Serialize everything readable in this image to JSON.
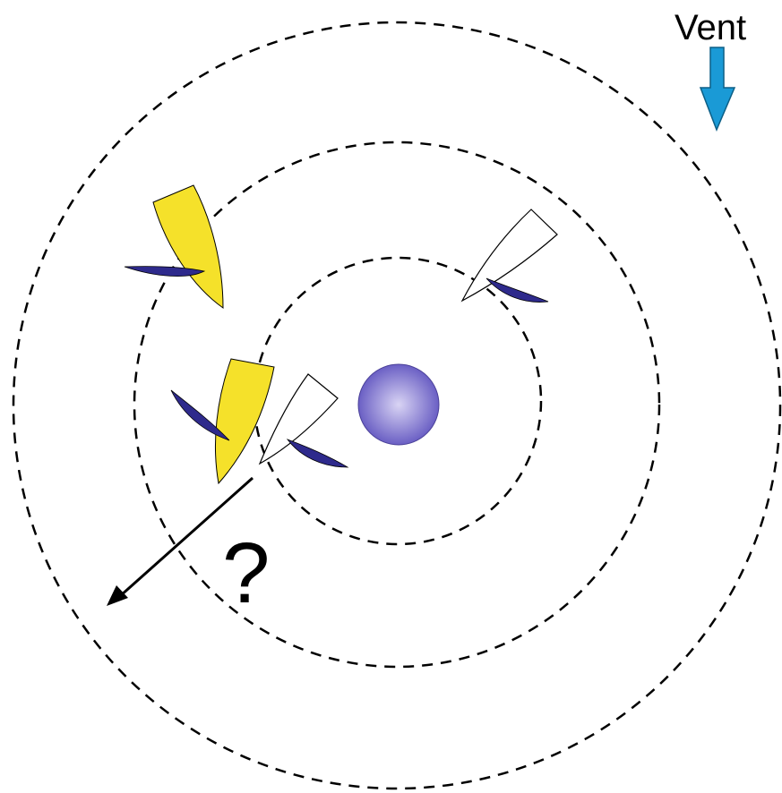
{
  "labels": {
    "wind": "Vent",
    "question": "?"
  },
  "colors": {
    "ring_stroke": "#000000",
    "boat_yellow": "#f5e12a",
    "boat_white": "#ffffff",
    "sail": "#2e2a8c",
    "mark_light": "#c9c2ee",
    "mark_dark": "#6a5fc4",
    "wind_arrow": "#1a9ad6",
    "course_arrow": "#000000"
  },
  "elements": {
    "rings": [
      "outer-zone-ring",
      "middle-zone-ring",
      "inner-zone-ring"
    ],
    "mark": "round-buoy-mark",
    "boats": [
      {
        "name": "yellow-boat-upper",
        "color": "yellow",
        "with_sail": true
      },
      {
        "name": "yellow-boat-lower",
        "color": "yellow",
        "with_sail": true
      },
      {
        "name": "white-boat-near-mark",
        "color": "white",
        "with_sail": true
      },
      {
        "name": "white-boat-right",
        "color": "white",
        "with_sail": true
      }
    ],
    "wind_direction_icon": "down-arrow-icon",
    "course_direction_icon": "diagonal-arrow-icon"
  }
}
